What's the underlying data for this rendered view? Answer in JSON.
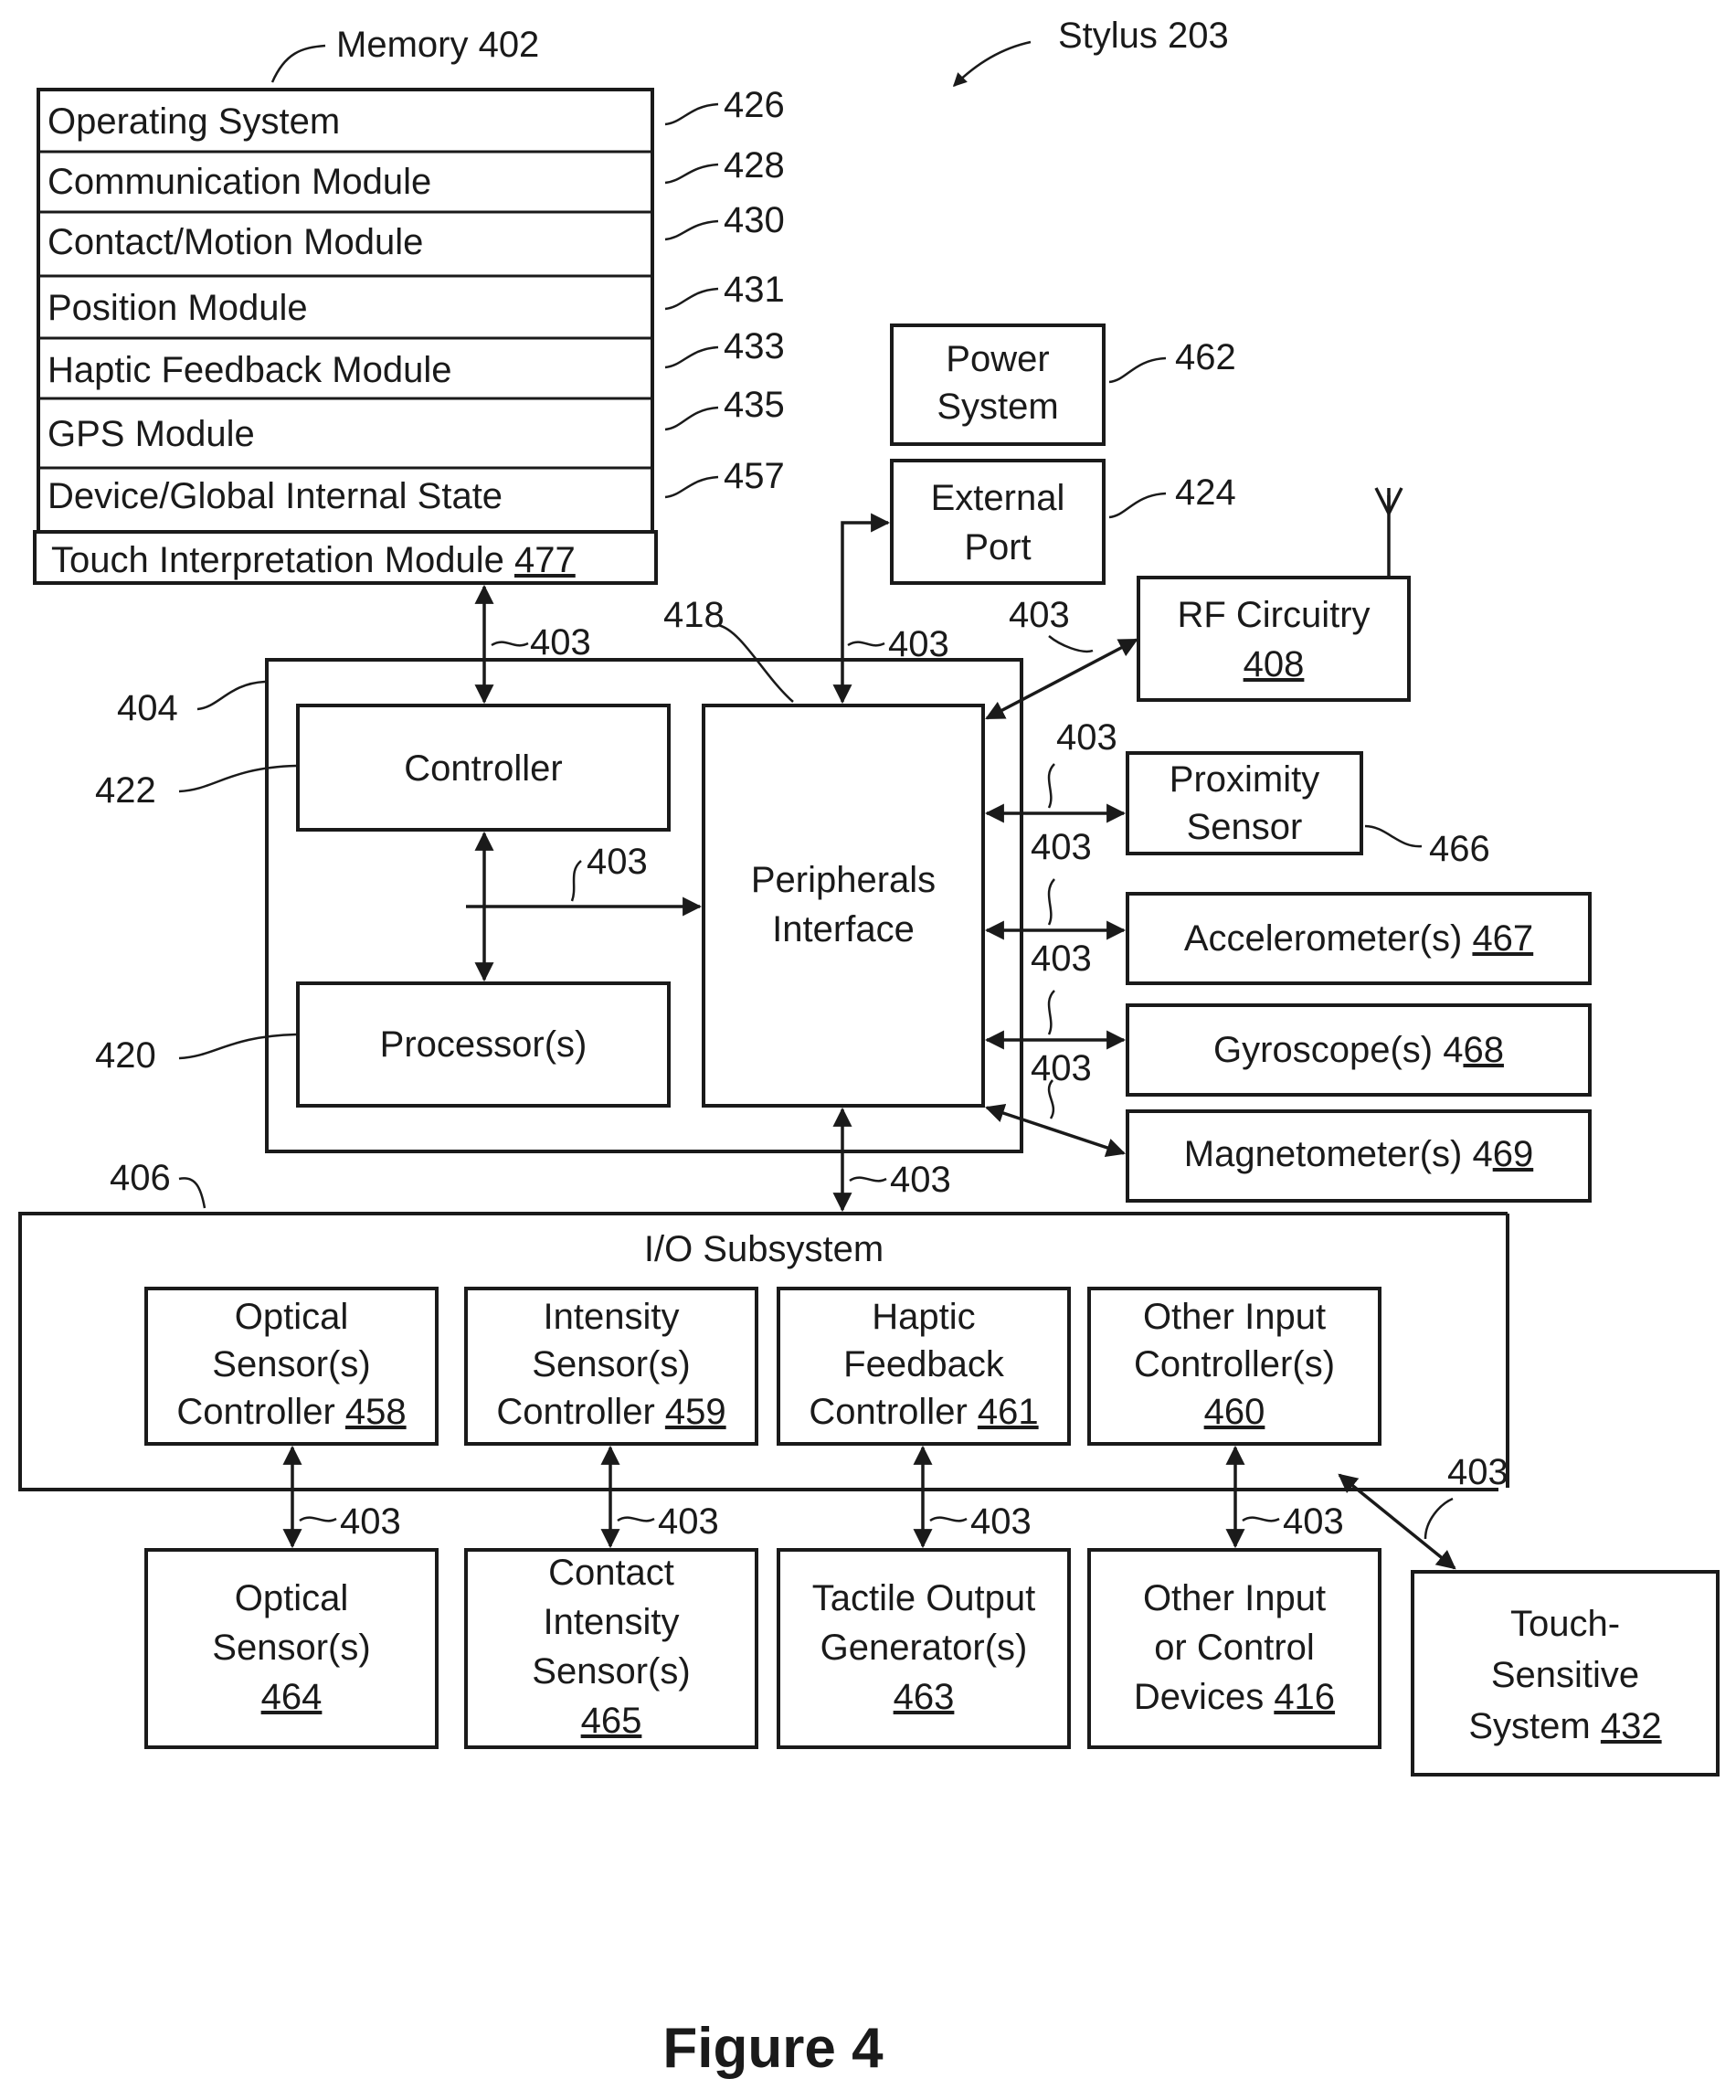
{
  "figure_caption": "Figure 4",
  "stylus_label": "Stylus 203",
  "memory": {
    "label": "Memory 402",
    "modules": [
      {
        "text": "Operating System",
        "ref": "426"
      },
      {
        "text": "Communication Module",
        "ref": "428"
      },
      {
        "text": "Contact/Motion Module",
        "ref": "430"
      },
      {
        "text": "Position Module",
        "ref": "431"
      },
      {
        "text": "Haptic Feedback Module",
        "ref": "433"
      },
      {
        "text": "GPS Module",
        "ref": "435"
      },
      {
        "text": "Device/Global Internal State",
        "ref": "457"
      }
    ],
    "touch_interpretation": {
      "text": "Touch Interpretation Module ",
      "num": "477"
    }
  },
  "bus_ref": "403",
  "chip": {
    "ref": "404",
    "peripherals_ref": "418",
    "controller_ref": "422",
    "processor_ref": "420"
  },
  "controller": {
    "label": "Controller"
  },
  "processor": {
    "label": "Processor(s)"
  },
  "peripherals": {
    "line1": "Peripherals",
    "line2": "Interface"
  },
  "power": {
    "line1": "Power",
    "line2": "System",
    "ref": "462"
  },
  "external_port": {
    "line1": "External",
    "line2": "Port",
    "ref": "424"
  },
  "rf": {
    "line1": "RF Circuitry",
    "num": "408"
  },
  "proximity": {
    "line1": "Proximity",
    "line2": "Sensor",
    "ref": "466"
  },
  "accelerometer": {
    "text": "Accelerometer(s) ",
    "num": "467"
  },
  "gyroscope": {
    "text": "Gyroscope(s) 4",
    "num": "68"
  },
  "magnetometer": {
    "text": "Magnetometer(s) 4",
    "num": "69"
  },
  "io": {
    "label": "I/O Subsystem",
    "ref": "406"
  },
  "io_controllers": [
    {
      "line1": "Optical",
      "line2": "Sensor(s)",
      "line3": "Controller ",
      "num": "458"
    },
    {
      "line1": "Intensity",
      "line2": "Sensor(s)",
      "line3": "Controller ",
      "num": "459"
    },
    {
      "line1": "Haptic",
      "line2": "Feedback",
      "line3": "Controller ",
      "num": "461"
    },
    {
      "line1": "Other Input",
      "line2": "Controller(s)",
      "line3": "",
      "num": "460"
    }
  ],
  "devices": [
    {
      "line1": "Optical",
      "line2": "Sensor(s)",
      "num": "464"
    },
    {
      "line1": "Contact",
      "line2": "Intensity",
      "line3": "Sensor(s)",
      "num": "465"
    },
    {
      "line1": "Tactile Output",
      "line2": "Generator(s)",
      "num": "463"
    },
    {
      "line1": "Other Input",
      "line2": "or Control",
      "line3": "Devices ",
      "num": "416"
    }
  ],
  "touch_system": {
    "line1": "Touch-",
    "line2": "Sensitive",
    "line3": "System ",
    "num": "432"
  }
}
